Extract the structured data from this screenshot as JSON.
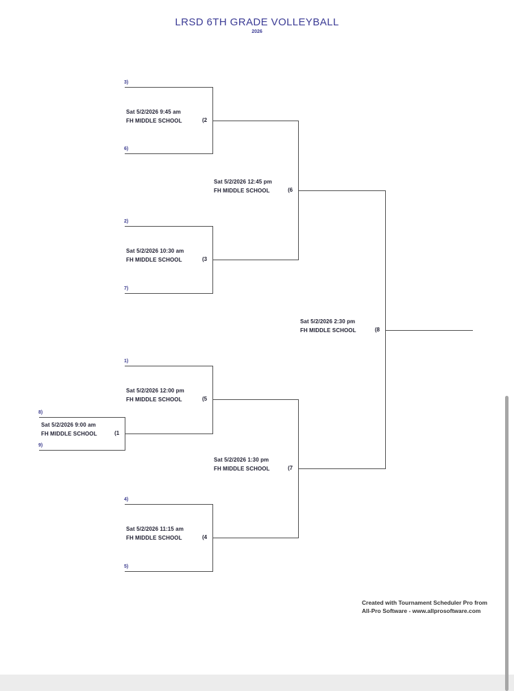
{
  "page": {
    "title": "LRSD 6TH GRADE VOLLEYBALL",
    "year": "2026"
  },
  "bracket": {
    "matches": [
      {
        "number": "1",
        "label": "(1",
        "datetime": "Sat 5/2/2026 9:00 am",
        "venue": "FH MIDDLE SCHOOL"
      },
      {
        "number": "2",
        "label": "(2",
        "datetime": "Sat 5/2/2026 9:45 am",
        "venue": "FH MIDDLE SCHOOL"
      },
      {
        "number": "3",
        "label": "(3",
        "datetime": "Sat 5/2/2026 10:30 am",
        "venue": "FH MIDDLE SCHOOL"
      },
      {
        "number": "4",
        "label": "(4",
        "datetime": "Sat 5/2/2026 11:15 am",
        "venue": "FH MIDDLE SCHOOL"
      },
      {
        "number": "5",
        "label": "(5",
        "datetime": "Sat 5/2/2026 12:00 pm",
        "venue": "FH MIDDLE SCHOOL"
      },
      {
        "number": "6",
        "label": "(6",
        "datetime": "Sat 5/2/2026 12:45 pm",
        "venue": "FH MIDDLE SCHOOL"
      },
      {
        "number": "7",
        "label": "(7",
        "datetime": "Sat 5/2/2026 1:30 pm",
        "venue": "FH MIDDLE SCHOOL"
      },
      {
        "number": "8",
        "label": "(8",
        "datetime": "Sat 5/2/2026 2:30 pm",
        "venue": "FH MIDDLE SCHOOL"
      }
    ],
    "seeds": {
      "1": "1)",
      "2": "2)",
      "3": "3)",
      "4": "4)",
      "5": "5)",
      "6": "6)",
      "7": "7)",
      "8": "8)",
      "9": "9)"
    }
  },
  "footer": {
    "line1": "Created with Tournament Scheduler Pro from",
    "line2": "All-Pro Software - www.allprosoftware.com"
  },
  "colors": {
    "title": "#3a3a94",
    "seed": "#3c3c8e",
    "text": "#1e1e30",
    "line": "#4d4d4d",
    "footer": "#333333",
    "band": "#ececec",
    "scrollbar": "#a6a6a6"
  }
}
